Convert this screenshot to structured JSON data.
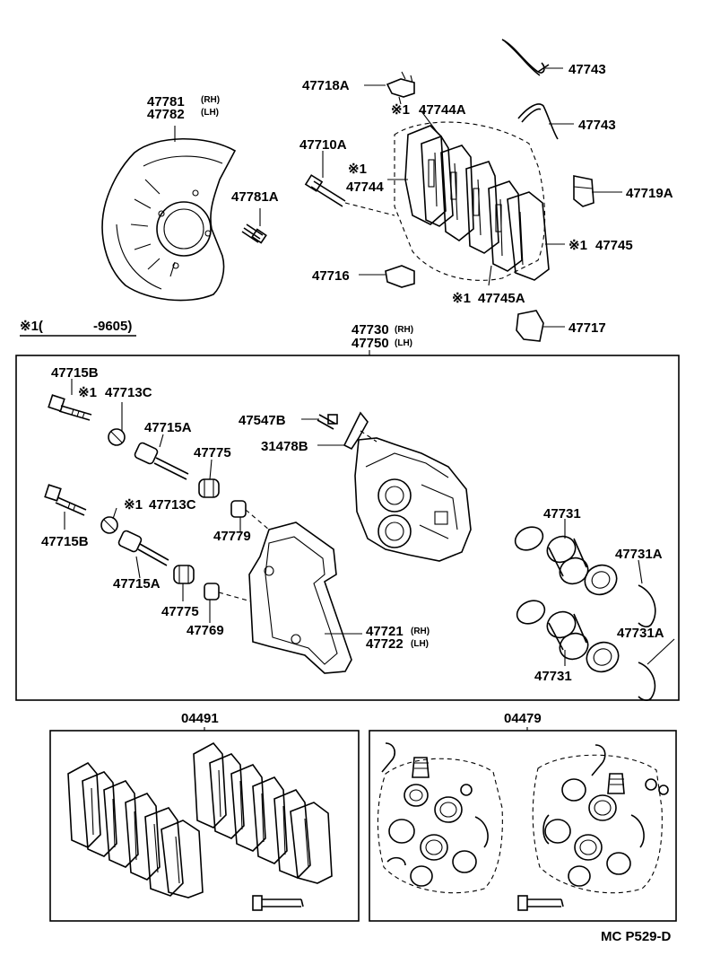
{
  "labels": {
    "shield_rh": "47781",
    "shield_rh_side": "(RH)",
    "shield_lh": "47782",
    "shield_lh_side": "(LH)",
    "shield_bolt": "47781A",
    "clip_top": "47718A",
    "antisqueal_1": "47744A",
    "antisqueal_1_mark": "※1",
    "spring_1": "47743",
    "spring_2": "47743",
    "pin_bolt": "47710A",
    "shim_mark": "※1",
    "shim": "47744",
    "clip_right": "47719A",
    "wear_shim_mark": "※1",
    "wear_shim": "47745",
    "clip_lower": "47716",
    "wear_shim_a_mark": "※1",
    "wear_shim_a": "47745A",
    "clip_bottom": "47717",
    "note_mark": "※1(",
    "note_text": "-9605)",
    "caliper_rh": "47730",
    "caliper_rh_side": "(RH)",
    "caliper_lh": "47750",
    "caliper_lh_side": "(LH)",
    "bolt_b_top": "47715B",
    "boot_c_top_mark": "※1",
    "boot_c_top": "47713C",
    "slide_pin_a_top": "47715A",
    "bush_top": "47775",
    "bleeder": "47547B",
    "bleeder_cap": "31478B",
    "bolt_b_bottom": "47715B",
    "boot_c_bottom_mark": "※1",
    "boot_c_bottom": "47713C",
    "sleeve": "47779",
    "slide_pin_a_bottom": "47715A",
    "bush_bottom": "47775",
    "sleeve_2": "47769",
    "mounting_rh": "47721",
    "mounting_rh_side": "(RH)",
    "mounting_lh": "47722",
    "mounting_lh_side": "(LH)",
    "piston_top": "47731",
    "ring_top": "47731A",
    "ring_bottom": "47731A",
    "piston_bottom": "47731",
    "pad_kit": "04491",
    "seal_kit": "04479",
    "figure_code": "MC  P529-D"
  }
}
